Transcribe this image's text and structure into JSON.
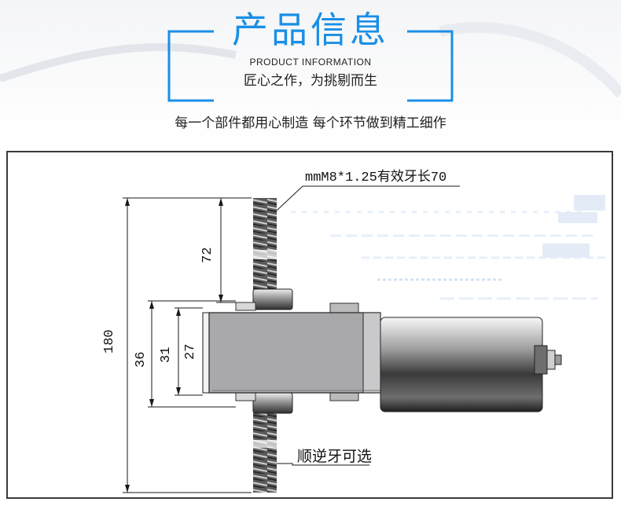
{
  "header": {
    "title": "产品信息",
    "subtitle_en": "PRODUCT INFORMATION",
    "subtitle_cn": "匠心之作，为挑剔而生"
  },
  "tagline": "每一个部件都用心制造 每个环节做到精工细作",
  "drawing": {
    "callout_thread": "mmM8*1.25有效牙长70",
    "callout_direction": "顺逆牙可选",
    "dim_180": "180",
    "dim_72": "72",
    "dim_36": "36",
    "dim_31": "31",
    "dim_27": "27"
  },
  "colors": {
    "accent": "#1a8fe6",
    "drawing_line": "#1a1a1a",
    "housing": "#a9a9ab"
  }
}
